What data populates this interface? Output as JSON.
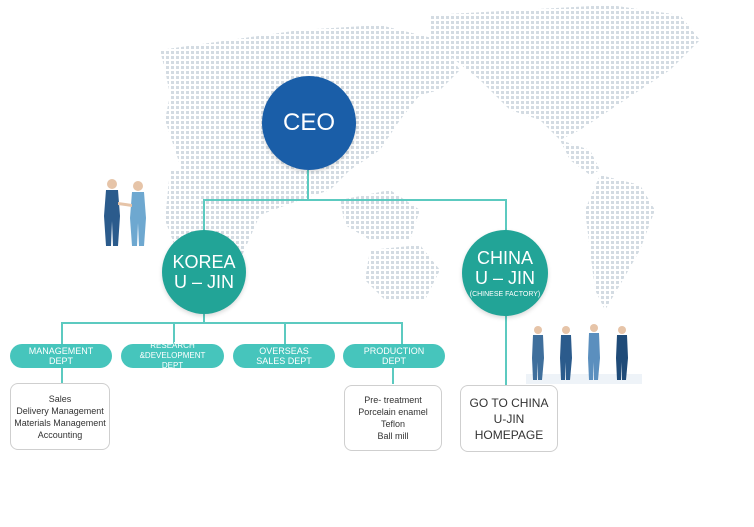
{
  "ceo": {
    "label": "CEO"
  },
  "korea": {
    "line1": "KOREA",
    "line2": "U – JIN"
  },
  "china": {
    "line1": "CHINA",
    "line2": "U – JIN",
    "sub": "(CHINESE FACTORY)"
  },
  "depts": [
    {
      "line1": "MANAGEMENT",
      "line2": "DEPT"
    },
    {
      "line1": "RESEARCH &DEVELOPMENT",
      "line2": "DEPT"
    },
    {
      "line1": "OVERSEAS",
      "line2": "SALES DEPT"
    },
    {
      "line1": "PRODUCTION",
      "line2": "DEPT"
    }
  ],
  "management_items": [
    "Sales",
    "Delivery Management",
    "Materials Management",
    "Accounting"
  ],
  "production_items": [
    "Pre- treatment",
    "Porcelain enamel",
    "Teflon",
    "Ball mill"
  ],
  "china_link": {
    "line1": "GO TO CHINA",
    "line2": "U-JIN HOMEPAGE"
  },
  "colors": {
    "ceo": "#1a5ea8",
    "branch": "#22a497",
    "dept": "#46c5bc",
    "connector": "#5ccac0",
    "map_dots": "#d6dde3"
  }
}
